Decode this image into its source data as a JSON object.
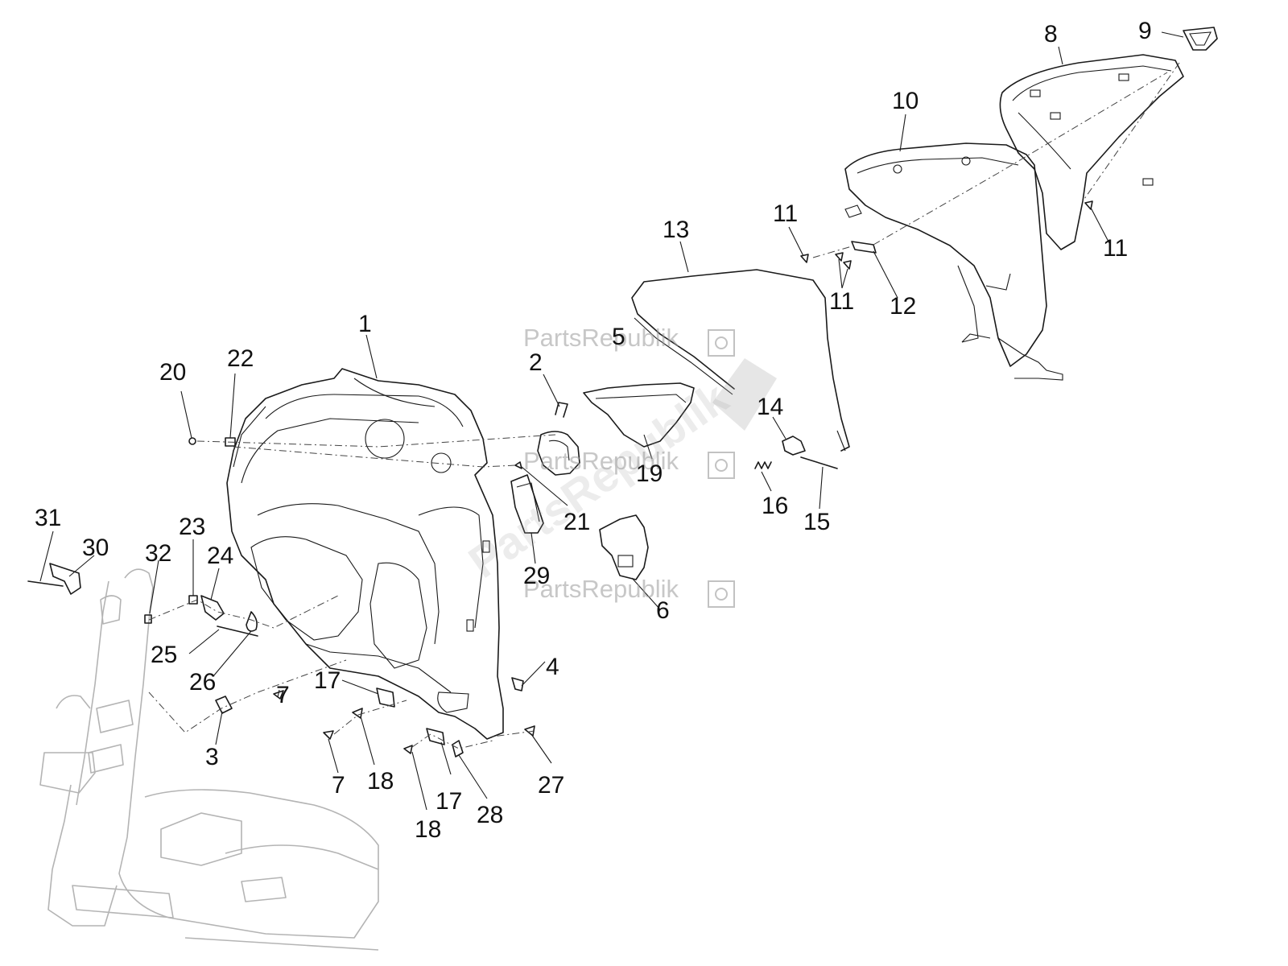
{
  "diagram": {
    "watermark_text": "PartsRepublik",
    "callouts": [
      {
        "id": "c1",
        "text": "1"
      },
      {
        "id": "c2",
        "text": "2"
      },
      {
        "id": "c3",
        "text": "3"
      },
      {
        "id": "c4",
        "text": "4"
      },
      {
        "id": "c5",
        "text": "5"
      },
      {
        "id": "c6",
        "text": "6"
      },
      {
        "id": "c7a",
        "text": "7"
      },
      {
        "id": "c7b",
        "text": "7"
      },
      {
        "id": "c8",
        "text": "8"
      },
      {
        "id": "c9",
        "text": "9"
      },
      {
        "id": "c10",
        "text": "10"
      },
      {
        "id": "c11a",
        "text": "11"
      },
      {
        "id": "c11b",
        "text": "11"
      },
      {
        "id": "c11c",
        "text": "11"
      },
      {
        "id": "c12",
        "text": "12"
      },
      {
        "id": "c13",
        "text": "13"
      },
      {
        "id": "c14",
        "text": "14"
      },
      {
        "id": "c15",
        "text": "15"
      },
      {
        "id": "c16",
        "text": "16"
      },
      {
        "id": "c17a",
        "text": "17"
      },
      {
        "id": "c17b",
        "text": "17"
      },
      {
        "id": "c18a",
        "text": "18"
      },
      {
        "id": "c18b",
        "text": "18"
      },
      {
        "id": "c19",
        "text": "19"
      },
      {
        "id": "c20",
        "text": "20"
      },
      {
        "id": "c21",
        "text": "21"
      },
      {
        "id": "c22",
        "text": "22"
      },
      {
        "id": "c23",
        "text": "23"
      },
      {
        "id": "c24",
        "text": "24"
      },
      {
        "id": "c25",
        "text": "25"
      },
      {
        "id": "c26",
        "text": "26"
      },
      {
        "id": "c27",
        "text": "27"
      },
      {
        "id": "c28",
        "text": "28"
      },
      {
        "id": "c29",
        "text": "29"
      },
      {
        "id": "c30",
        "text": "30"
      },
      {
        "id": "c31",
        "text": "31"
      },
      {
        "id": "c32",
        "text": "32"
      }
    ]
  }
}
